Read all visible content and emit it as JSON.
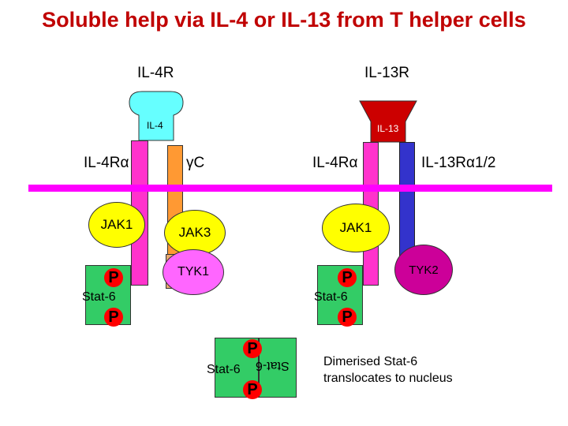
{
  "title": "Soluble help via IL-4 or IL-13 from T helper cells",
  "labels": {
    "il4r": "IL-4R",
    "il13r": "IL-13R",
    "il4": "IL-4",
    "il13": "IL-13",
    "il4ra_left": "IL-4Rα",
    "gamma_c": "γC",
    "il4ra_right": "IL-4Rα",
    "il13ra": "IL-13Rα1/2"
  },
  "kinases": {
    "jak1_left": "JAK1",
    "jak3": "JAK3",
    "tyk1": "TYK1",
    "jak1_right": "JAK1",
    "tyk2": "TYK2"
  },
  "phospho": "P",
  "stat": "Stat-6",
  "caption": {
    "line1": "Dimerised Stat-6",
    "line2": "translocates to nucleus"
  },
  "colors": {
    "title": "#c00000",
    "membrane": "#ff00ff",
    "il4ra_chain": "#ff33cc",
    "gamma_c_chain": "#ff9933",
    "il13ra_chain": "#3333cc",
    "il4_ligand": "#66ffff",
    "il13_ligand": "#cc0000",
    "jak": "#ffff00",
    "tyk1": "#ff66ff",
    "tyk2": "#cc0099",
    "stat6": "#33cc66",
    "phosphate": "#ff0000"
  }
}
